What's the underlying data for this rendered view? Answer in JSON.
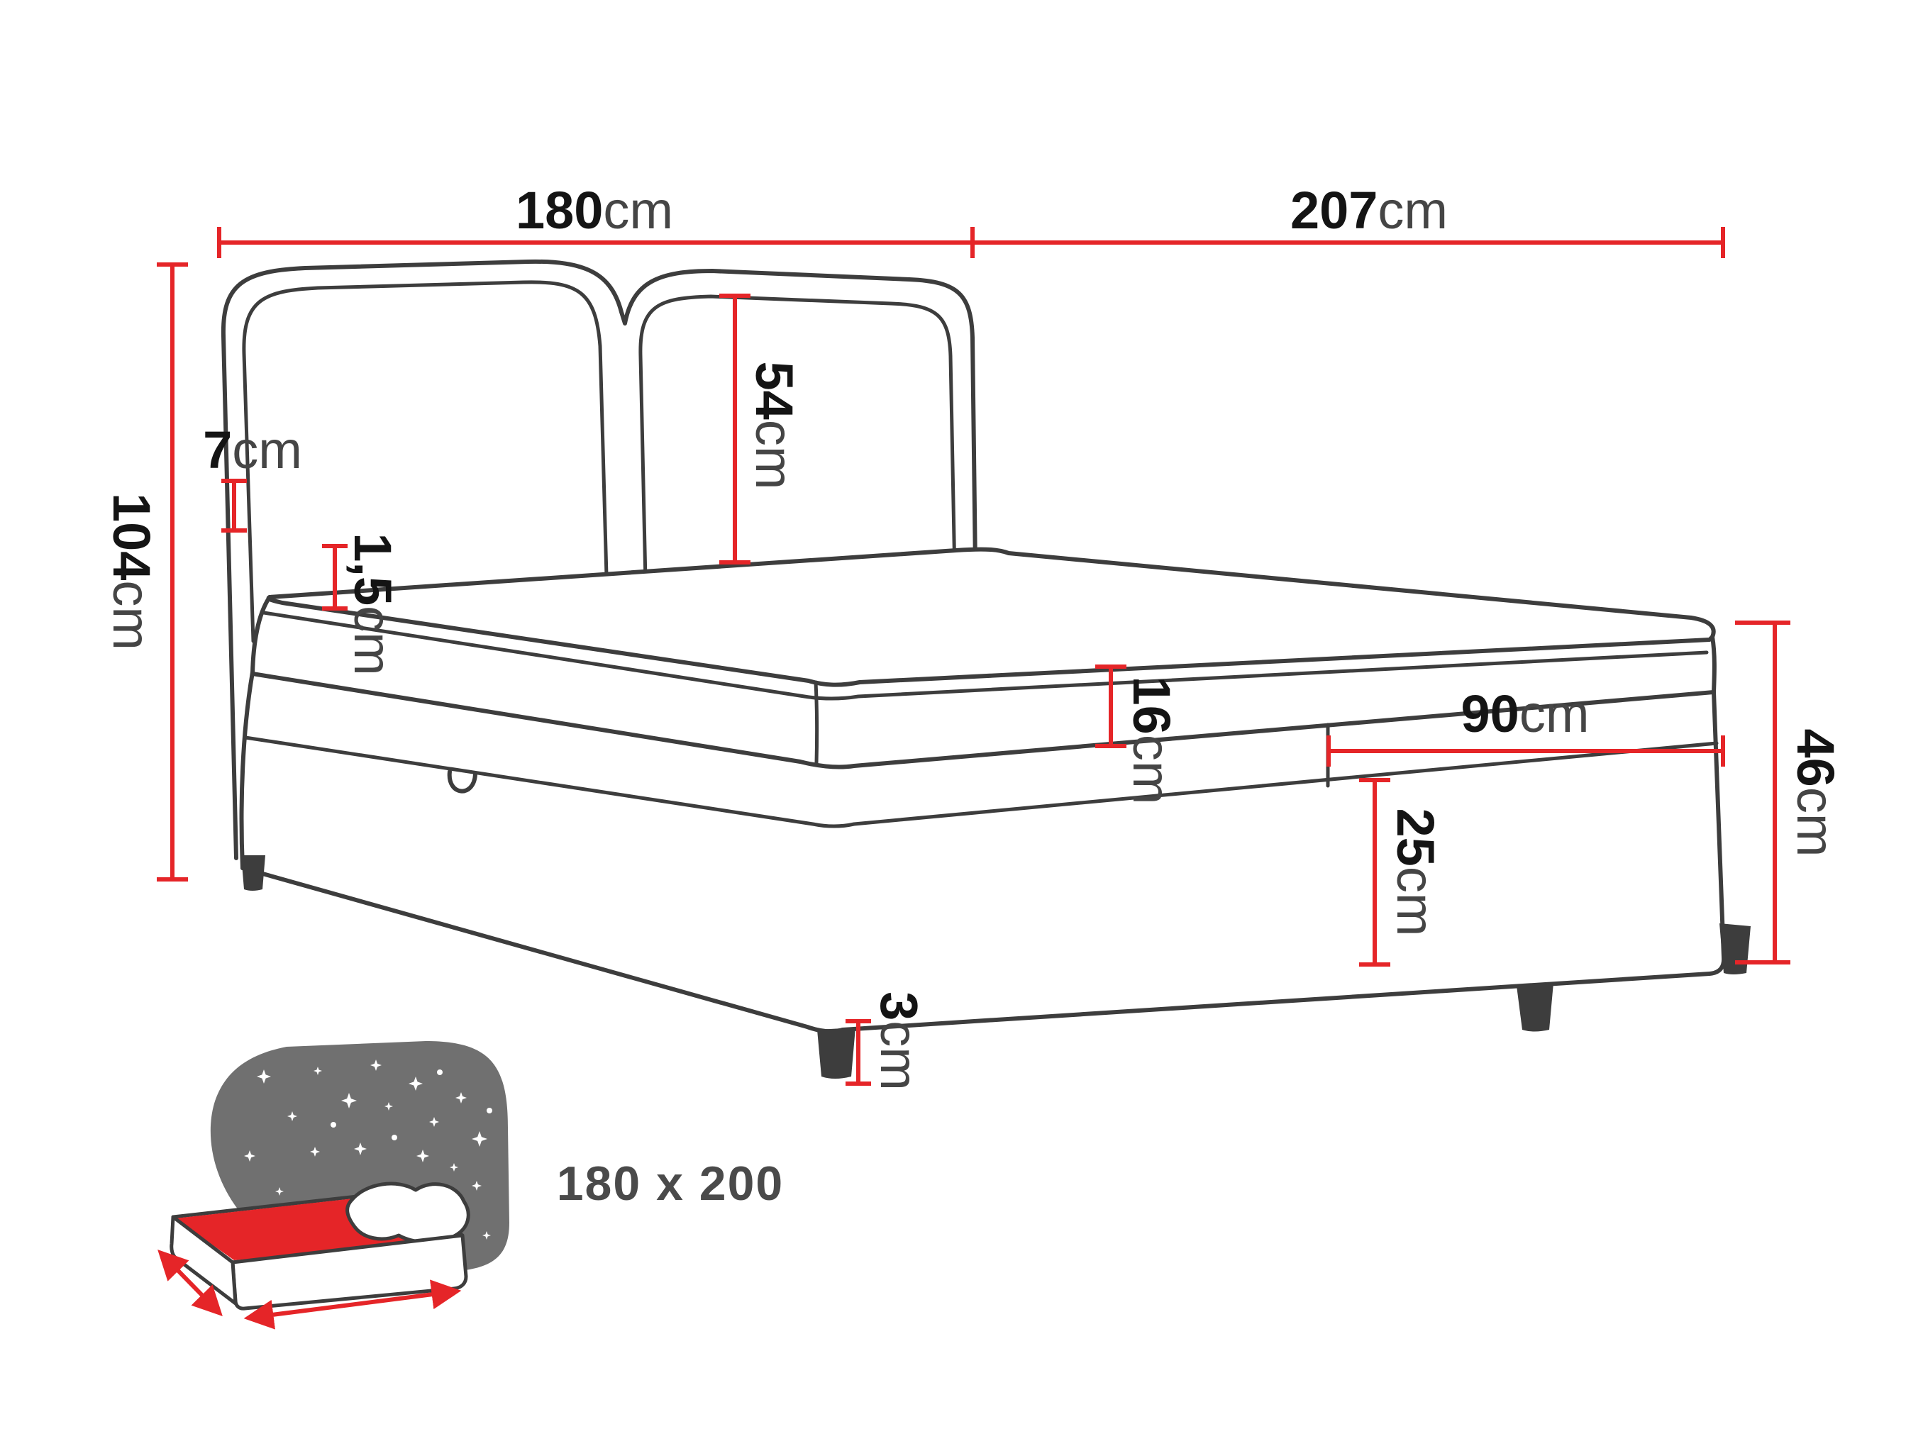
{
  "page": {
    "type": "furniture-dimension-diagram",
    "subject": "upholstered storage bed with headboard",
    "background": "#ffffff"
  },
  "colors": {
    "dimension_red": "#e52528",
    "outline_gray": "#3d3d3d",
    "number_black": "#141414",
    "unit_gray": "#454545",
    "icon_gray": "#707070",
    "icon_red": "#e52528",
    "size_label_gray": "#4a4a4a"
  },
  "dimensions": {
    "headboard_width": {
      "value": "180",
      "unit": "cm"
    },
    "bed_length": {
      "value": "207",
      "unit": "cm"
    },
    "headboard_height": {
      "value": "104",
      "unit": "cm"
    },
    "headboard_frame_width": {
      "value": "7",
      "unit": "cm"
    },
    "headboard_cushion_height": {
      "value": "54",
      "unit": "cm"
    },
    "mattress_top_edge": {
      "value": "1,5",
      "unit": "cm"
    },
    "mattress_height": {
      "value": "16",
      "unit": "cm"
    },
    "storage_opening_width": {
      "value": "90",
      "unit": "cm"
    },
    "base_height": {
      "value": "46",
      "unit": "cm"
    },
    "lower_box_height": {
      "value": "25",
      "unit": "cm"
    },
    "leg_height": {
      "value": "3",
      "unit": "cm"
    }
  },
  "sleeping_area": {
    "label": "180 x 200"
  }
}
